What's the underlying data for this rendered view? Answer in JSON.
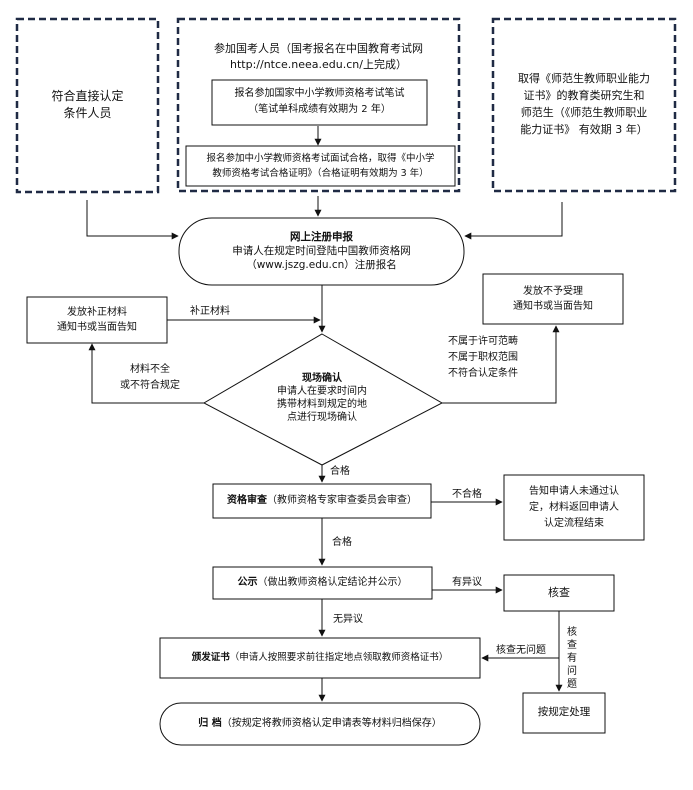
{
  "boxes": {
    "direct": [
      "符合直接认定",
      "条件人员"
    ],
    "exam_intro": [
      "参加国考人员（国考报名在中国教育考试网",
      "http://ntce.neea.edu.cn/上完成）"
    ],
    "written": [
      "报名参加国家中小学教师资格考试笔试",
      "（笔试单科成绩有效期为 2 年）"
    ],
    "interview": [
      "报名参加中小学教师资格考试面试合格，取得《中小学",
      "教师资格考试合格证明》（合格证明有效期为 3 年）"
    ],
    "normal_grad": [
      "取得《师范生教师职业能力",
      "证书》的教育类研究生和",
      "师范生（《师范生教师职业",
      "能力证书》 有效期 3 年）"
    ],
    "register": {
      "title": "网上注册申报",
      "lines": [
        "申请人在规定时间登陆中国教师资格网",
        "（www.jszg.edu.cn）注册报名"
      ]
    },
    "supplement_notice": [
      "发放补正材料",
      "通知书或当面告知"
    ],
    "reject_notice": [
      "发放不予受理",
      "通知书或当面告知"
    ],
    "confirm": {
      "title": "现场确认",
      "lines": [
        "申请人在要求时间内",
        "携带材料到规定的地",
        "点进行现场确认"
      ]
    },
    "review": {
      "title": "资格审查",
      "detail": "（教师资格专家审查委员会审查）"
    },
    "fail_notice": [
      "告知申请人未通过认",
      "定，材料返回申请人",
      "认定流程结束"
    ],
    "publicity": {
      "title": "公示",
      "detail": "（做出教师资格认定结论并公示）"
    },
    "verify": "核查",
    "certificate": {
      "title": "颁发证书",
      "detail": "（申请人按照要求前往指定地点领取教师资格证书）"
    },
    "by_rule": "按规定处理",
    "archive": {
      "title": "归 档",
      "detail": "（按规定将教师资格认定申请表等材料归档保存）"
    }
  },
  "edge_labels": {
    "supplement": "补正材料",
    "incomplete": [
      "材料不全",
      "或不符合规定"
    ],
    "not_eligible": [
      "不属于许可范畴",
      "不属于职权范围",
      "不符合认定条件"
    ],
    "pass1": "合格",
    "fail": "不合格",
    "pass2": "合格",
    "objection": "有异议",
    "no_objection": "无异议",
    "verified_ok": "核查无问题",
    "verified_issue": "核查有问题"
  }
}
